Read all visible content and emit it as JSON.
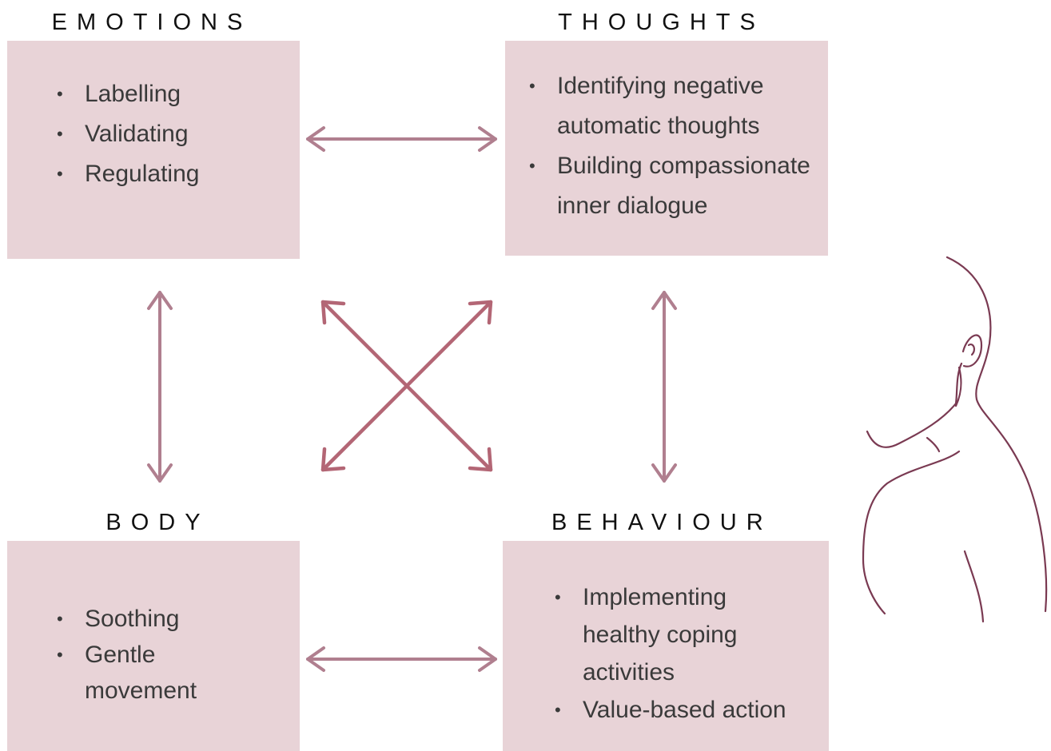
{
  "emotions": {
    "heading": "EMOTIONS",
    "items": [
      "Labelling",
      "Validating",
      "Regulating"
    ]
  },
  "thoughts": {
    "heading": "THOUGHTS",
    "items": [
      "Identifying negative automatic thoughts",
      "Building compassionate inner dialogue"
    ]
  },
  "body": {
    "heading": "BODY",
    "items": [
      "Soothing",
      "Gentle movement"
    ]
  },
  "behaviour": {
    "heading": "BEHAVIOUR",
    "items": [
      "Implementing healthy coping activities",
      "Value-based action"
    ]
  },
  "colors": {
    "box_fill": "#e8d3d7",
    "arrow": "#b07f8f",
    "cross_arrow": "#b36675",
    "figure_line": "#7a3a52"
  },
  "icons": [
    "double-arrow-icon",
    "human-figure-icon"
  ]
}
